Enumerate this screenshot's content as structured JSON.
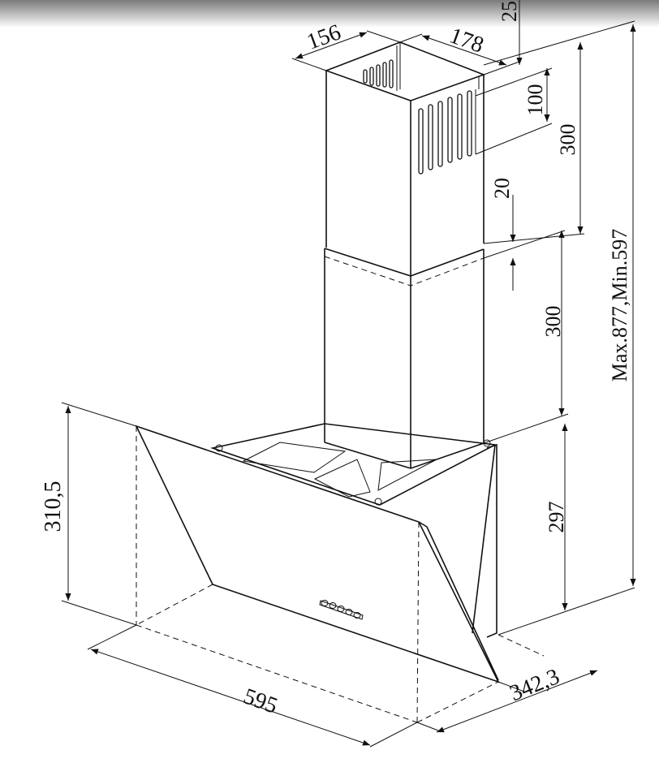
{
  "diagram": {
    "dimensions": {
      "chimney_depth": "156",
      "chimney_width": "178",
      "top_gap": "25",
      "vent_height": "100",
      "upper_section": "300",
      "overlap": "20",
      "lower_section": "300",
      "body_height": "297",
      "total_height": "Max.877,Min.597",
      "glass_height": "310,5",
      "width": "595",
      "depth": "342,3"
    },
    "colors": {
      "line": "#111111",
      "background": "#ffffff",
      "header_bar": "#8a8a8a"
    }
  }
}
